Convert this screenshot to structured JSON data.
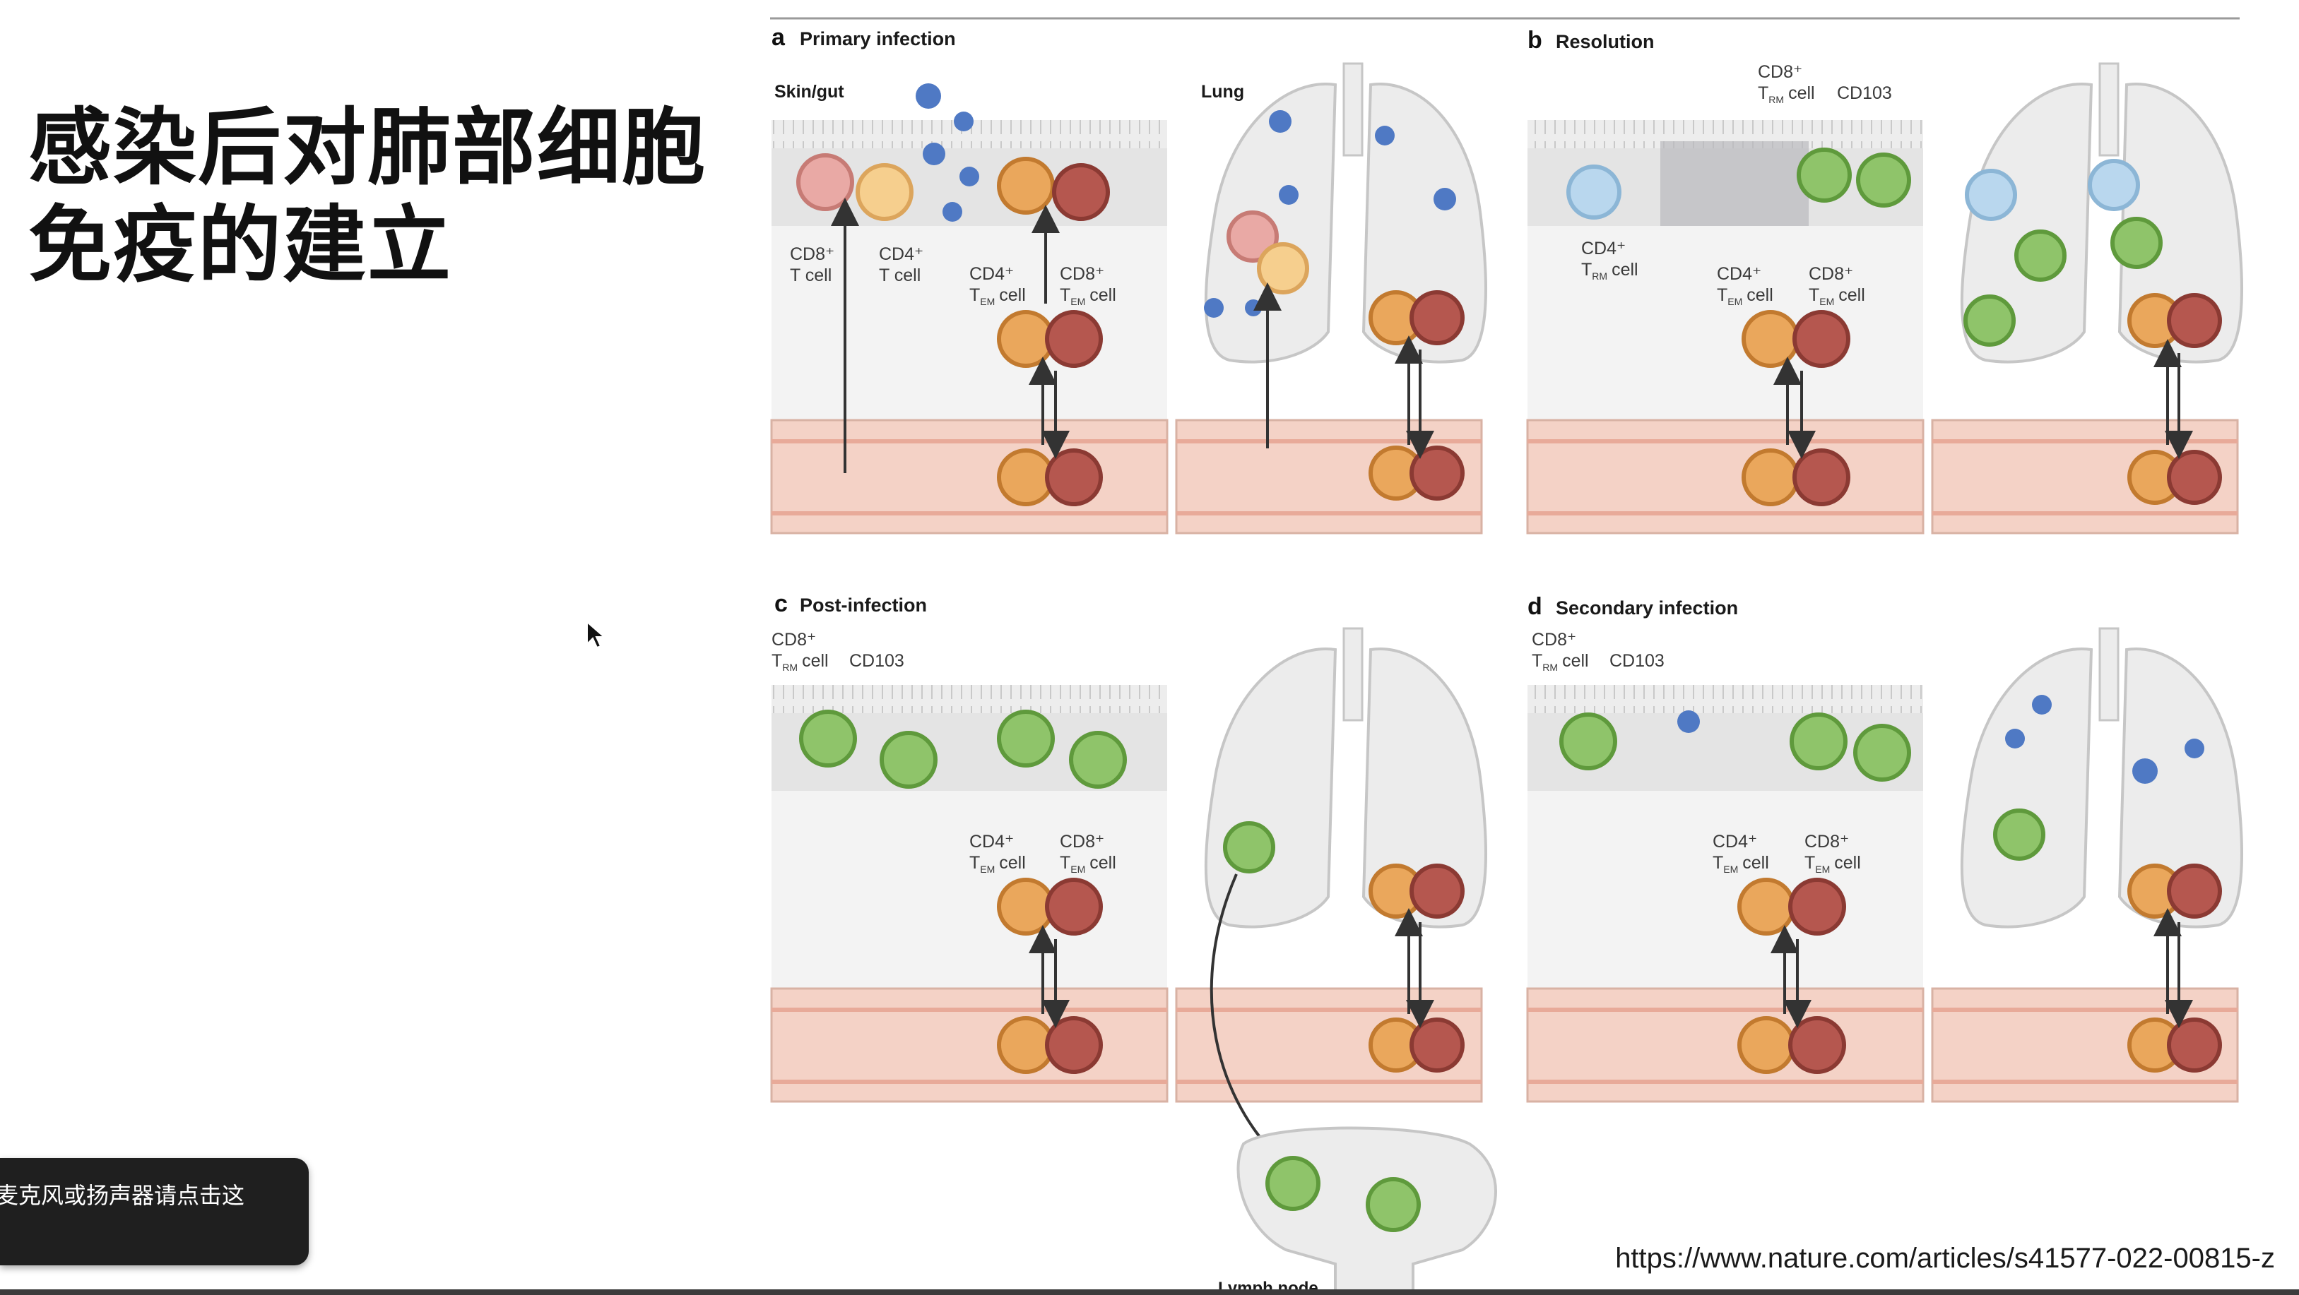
{
  "slide": {
    "title_line1": "感染后对肺部细胞",
    "title_line2": "免疫的建立",
    "source_url": "https://www.nature.com/articles/s41577-022-00815-z",
    "toast_text": "麦克风或扬声器请点击这"
  },
  "figure": {
    "panel_a": {
      "letter": "a",
      "title": "Primary infection",
      "tissue_label": "Skin/gut",
      "organ_label": "Lung"
    },
    "panel_b": {
      "letter": "b",
      "title": "Resolution"
    },
    "panel_c": {
      "letter": "c",
      "title": "Post-infection",
      "node_label": "Lymph node"
    },
    "panel_d": {
      "letter": "d",
      "title": "Secondary infection"
    },
    "labels": {
      "cd8": "CD8⁺",
      "cd4": "CD4⁺",
      "t_cell": "T cell",
      "t": "T",
      "rm": "RM",
      "em": "EM",
      "cell": "cell",
      "cd103": "CD103"
    }
  },
  "colors": {
    "cd8_tem": "#b5574f",
    "cd4_tem": "#eaa75c",
    "trm": "#8fc46a",
    "naive_cd8": "#e9a9a5",
    "naive_cd4": "#f6cf8e",
    "cd4_trm": "#b9d7ee",
    "virus": "#4f79c4",
    "vessel": "#f4d2c6"
  }
}
